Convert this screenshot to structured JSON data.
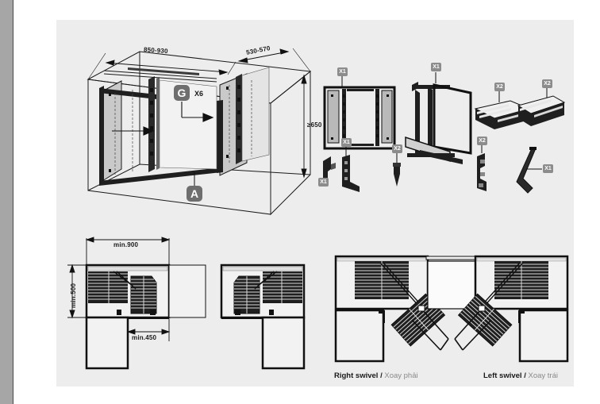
{
  "page": {
    "background": "#ffffff",
    "sheet_background": "#ededed",
    "edge_strip_color": "#a6a6a6",
    "badge_color": "#6e6e6e",
    "line_color": "#1a1a1a"
  },
  "figure_cabinet": {
    "name": "cabinet-isometric",
    "dimensions": {
      "width_label": "850-930",
      "depth_label": "530-570",
      "height_label": "≥650"
    },
    "callouts": [
      {
        "badge": "G",
        "multiplier": "X6"
      },
      {
        "badge": "A",
        "multiplier": ""
      }
    ]
  },
  "figure_parts": {
    "name": "exploded-parts",
    "items": [
      {
        "id": "frame-panel",
        "qty": "X1"
      },
      {
        "id": "bracket-left-small",
        "qty": "X1"
      },
      {
        "id": "bracket-right-small",
        "qty": "X1"
      },
      {
        "id": "pin-dowel",
        "qty": "X2"
      },
      {
        "id": "lift-mechanism",
        "qty": "X1"
      },
      {
        "id": "basket-small",
        "qty": "X2"
      },
      {
        "id": "basket-large",
        "qty": "X2"
      },
      {
        "id": "hinge-arm",
        "qty": "X2"
      },
      {
        "id": "swivel-rod",
        "qty": "X1"
      }
    ]
  },
  "figure_plan": {
    "name": "plan-view-clearances",
    "dimensions": {
      "top_label": "min.900",
      "left_label": "min.500",
      "bottom_label": "min.450"
    }
  },
  "figure_swivel": {
    "name": "swivel-directions",
    "captions": [
      {
        "en": "Right swivel",
        "sep": "/",
        "vi": "Xoay phải"
      },
      {
        "en": "Left swivel",
        "sep": "/",
        "vi": "Xoay trái"
      }
    ]
  }
}
